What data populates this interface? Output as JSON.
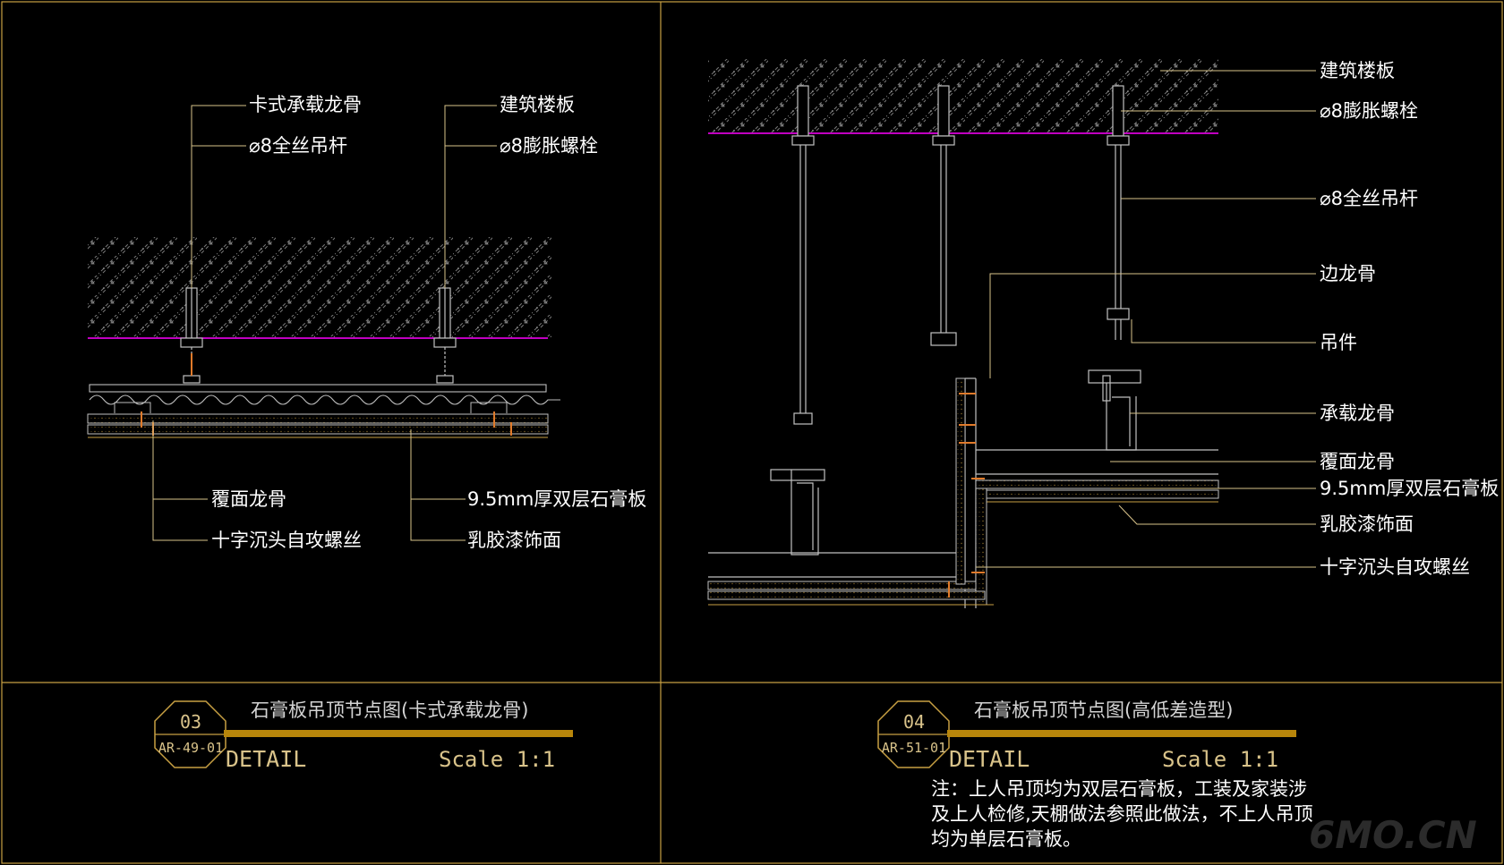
{
  "colors": {
    "frame": "#c8a043",
    "leader": "#d9c38a",
    "slab_line": "#ff00ff",
    "hatch": "#8a8a8a",
    "board": "#c0c0c0",
    "screw": "#e07a2a",
    "title_bar": "#b8860b"
  },
  "left": {
    "labels": {
      "l1": "卡式承载龙骨",
      "l2": "⌀8全丝吊杆",
      "l3": "建筑楼板",
      "l4": "⌀8膨胀螺栓",
      "l5": "覆面龙骨",
      "l6": "十字沉头自攻螺丝",
      "l7": "9.5mm厚双层石膏板",
      "l8": "乳胶漆饰面"
    },
    "title": "石膏板吊顶节点图(卡式承载龙骨)",
    "badge_num": "03",
    "badge_ref": "AR-49-01",
    "detail": "DETAIL",
    "scale": "Scale 1:1"
  },
  "right": {
    "labels": {
      "r1": "建筑楼板",
      "r2": "⌀8膨胀螺栓",
      "r3": "⌀8全丝吊杆",
      "r4": "边龙骨",
      "r5": "吊件",
      "r6": "承载龙骨",
      "r7": "覆面龙骨",
      "r8": "9.5mm厚双层石膏板",
      "r9": "乳胶漆饰面",
      "r10": "十字沉头自攻螺丝"
    },
    "title": "石膏板吊顶节点图(高低差造型)",
    "badge_num": "04",
    "badge_ref": "AR-51-01",
    "detail": "DETAIL",
    "scale": "Scale 1:1",
    "note_lines": [
      "注：上人吊顶均为双层石膏板，工装及家装涉",
      "及上人检修,天棚做法参照此做法，不上人吊顶",
      "均为单层石膏板。"
    ]
  },
  "watermark": "6MO.CN"
}
